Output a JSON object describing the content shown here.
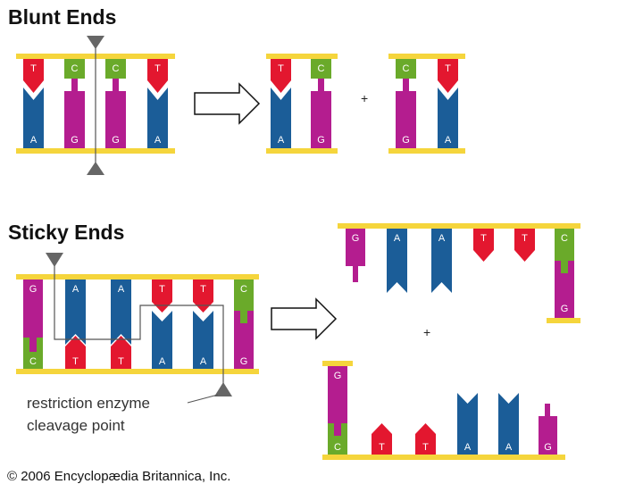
{
  "titles": {
    "blunt": "Blunt Ends",
    "sticky": "Sticky Ends"
  },
  "plus_sign": "+",
  "label": {
    "line1": "restriction enzyme",
    "line2": "cleavage point"
  },
  "copyright": "© 2006 Encyclopædia Britannica, Inc.",
  "colors": {
    "T": "#e3172f",
    "C": "#6aaa2a",
    "A": "#1b5d98",
    "G": "#b41d8f",
    "backbone": "#f5d53c",
    "arrow": "#ffffff",
    "cleavage_marker": "#666666"
  },
  "blunt": {
    "top_strand": [
      "T",
      "C",
      "C",
      "T"
    ],
    "bottom_strand": [
      "A",
      "G",
      "G",
      "A"
    ],
    "product_left": {
      "top": [
        "T",
        "C"
      ],
      "bottom": [
        "A",
        "G"
      ]
    },
    "product_right": {
      "top": [
        "C",
        "T"
      ],
      "bottom": [
        "G",
        "A"
      ]
    }
  },
  "sticky": {
    "top_strand": [
      "G",
      "A",
      "A",
      "T",
      "T",
      "C"
    ],
    "bottom_strand": [
      "C",
      "T",
      "T",
      "A",
      "A",
      "G"
    ],
    "fragment_top": [
      "G",
      "A",
      "A",
      "T",
      "T",
      "C"
    ],
    "fragment_top_partner": [
      "G"
    ],
    "fragment_bottom": [
      "G"
    ],
    "fragment_bottom_partner": [
      "C",
      "T",
      "T",
      "A",
      "A",
      "G"
    ]
  }
}
